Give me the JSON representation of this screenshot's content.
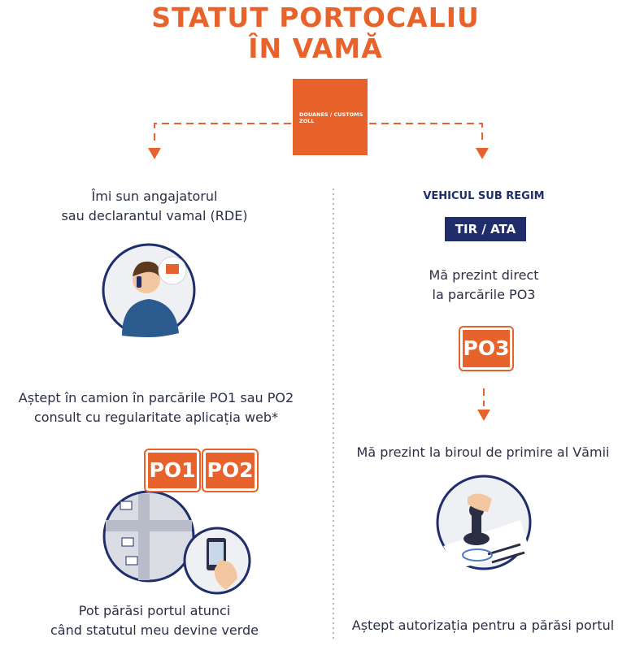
{
  "title": {
    "line1": "STATUT PORTOCALIU",
    "line2": "ÎN VAMĂ"
  },
  "customs": {
    "line1": "DOUANES / CUSTOMS",
    "line2": "ZOLL"
  },
  "left": {
    "step1": [
      "Îmi sun angajatorul",
      "sau declarantul vamal (RDE)"
    ],
    "step2": [
      "Aștept în camion în parcările PO1 sau PO2",
      "consult cu regularitate aplicația web*"
    ],
    "signs": [
      "PO1",
      "PO2"
    ],
    "step3": [
      "Pot părăsi portul atunci",
      "când statutul meu devine verde"
    ]
  },
  "right": {
    "heading": "VEHICUL SUB REGIM",
    "badge": "TIR / ATA",
    "step1": [
      "Mă prezint direct",
      "la parcările PO3"
    ],
    "sign": "PO3",
    "step2": "Mă prezint la biroul de primire al Vămii",
    "step3": "Aștept autorizația pentru a părăsi portul"
  },
  "colors": {
    "accent": "#e8632b",
    "navy": "#1f2d6b",
    "text": "#2a2f45"
  }
}
